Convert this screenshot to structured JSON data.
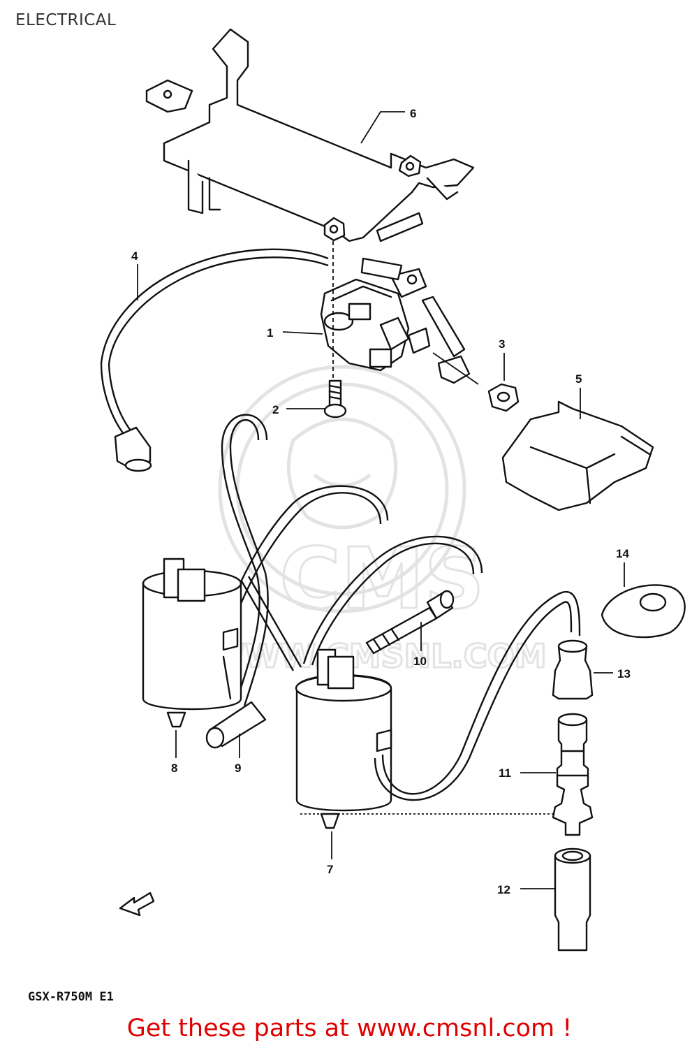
{
  "page": {
    "title": "ELECTRICAL",
    "model_code": "GSX-R750M E1",
    "footer_text": "Get these parts at www.cmsnl.com !"
  },
  "watermark": {
    "brand": "CMS",
    "url": "WWW.CMSNL.COM"
  },
  "callouts": [
    {
      "number": "1"
    },
    {
      "number": "2"
    },
    {
      "number": "3"
    },
    {
      "number": "4"
    },
    {
      "number": "5"
    },
    {
      "number": "6"
    },
    {
      "number": "7"
    },
    {
      "number": "8"
    },
    {
      "number": "9"
    },
    {
      "number": "10"
    },
    {
      "number": "11"
    },
    {
      "number": "12"
    },
    {
      "number": "13"
    },
    {
      "number": "14"
    }
  ],
  "colors": {
    "footer": "#e00000",
    "line_art": "#111111",
    "watermark": "#e3e3e3"
  }
}
